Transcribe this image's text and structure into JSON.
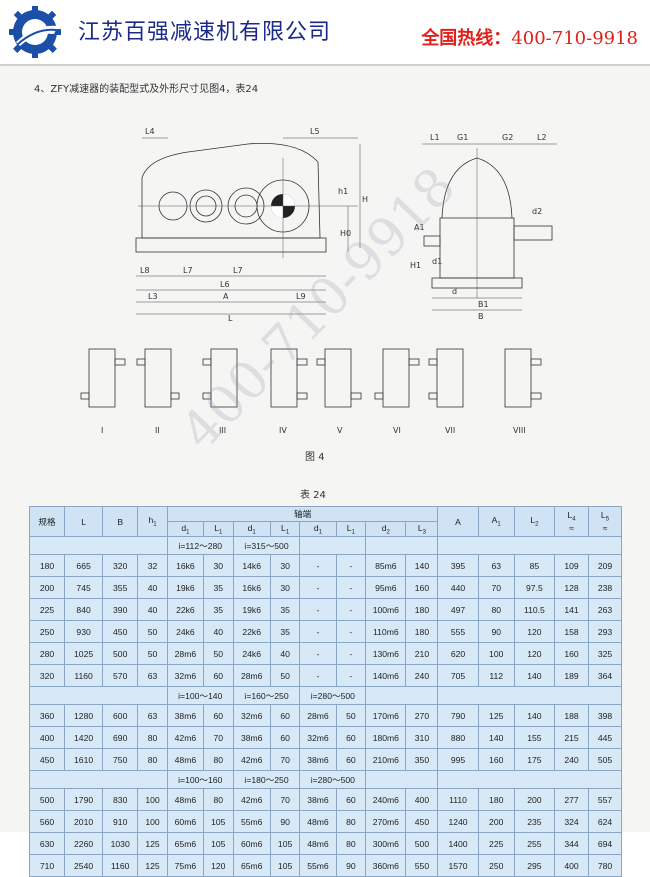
{
  "header": {
    "company": "江苏百强减速机有限公司",
    "hotline_label": "全国热线：",
    "hotline_number": "400-710-9918"
  },
  "section_note": "4、ZFY减速器的装配型式及外形尺寸见图4，表24",
  "drawing_labels": {
    "front": [
      "L4",
      "L5",
      "H",
      "h1",
      "H0",
      "L8",
      "L7",
      "L7",
      "L6",
      "L3",
      "A",
      "L9",
      "L"
    ],
    "side": [
      "L1",
      "G1",
      "G2",
      "L2",
      "d2",
      "A1",
      "d1",
      "H1",
      "d",
      "B1",
      "B"
    ]
  },
  "variants": [
    "I",
    "II",
    "III",
    "IV",
    "V",
    "VI",
    "VII",
    "VIII"
  ],
  "figure_caption": "图 4",
  "table_caption": "表 24",
  "watermark": "400-710-9918",
  "table": {
    "headers": {
      "model": "规格",
      "L": "L",
      "B": "B",
      "h1": "h",
      "shaft_end": "轴端",
      "A": "A",
      "A1": "A",
      "L2": "L",
      "L4": "L",
      "L5": "L",
      "sub": [
        "d",
        "L",
        "d",
        "L",
        "d",
        "L",
        "d",
        "L"
      ]
    },
    "groups": [
      {
        "ratios": [
          "i=112～280",
          "i=315～500",
          "",
          ""
        ],
        "rows": [
          [
            "180",
            "665",
            "320",
            "32",
            "16k6",
            "30",
            "14k6",
            "30",
            "-",
            "-",
            "85m6",
            "140",
            "395",
            "63",
            "85",
            "109",
            "209"
          ],
          [
            "200",
            "745",
            "355",
            "40",
            "19k6",
            "35",
            "16k6",
            "30",
            "-",
            "-",
            "95m6",
            "160",
            "440",
            "70",
            "97.5",
            "128",
            "238"
          ],
          [
            "225",
            "840",
            "390",
            "40",
            "22k6",
            "35",
            "19k6",
            "35",
            "-",
            "-",
            "100m6",
            "180",
            "497",
            "80",
            "110.5",
            "141",
            "263"
          ],
          [
            "250",
            "930",
            "450",
            "50",
            "24k6",
            "40",
            "22k6",
            "35",
            "-",
            "-",
            "110m6",
            "180",
            "555",
            "90",
            "120",
            "158",
            "293"
          ],
          [
            "280",
            "1025",
            "500",
            "50",
            "28m6",
            "50",
            "24k6",
            "40",
            "-",
            "-",
            "130m6",
            "210",
            "620",
            "100",
            "120",
            "160",
            "325"
          ],
          [
            "320",
            "1160",
            "570",
            "63",
            "32m6",
            "60",
            "28m6",
            "50",
            "-",
            "-",
            "140m6",
            "240",
            "705",
            "112",
            "140",
            "189",
            "364"
          ]
        ]
      },
      {
        "ratios": [
          "i=100～140",
          "i=160～250",
          "i=280～500",
          ""
        ],
        "rows": [
          [
            "360",
            "1280",
            "600",
            "63",
            "38m6",
            "60",
            "32m6",
            "60",
            "28m6",
            "50",
            "170m6",
            "270",
            "790",
            "125",
            "140",
            "188",
            "398"
          ],
          [
            "400",
            "1420",
            "690",
            "80",
            "42m6",
            "70",
            "38m6",
            "60",
            "32m6",
            "60",
            "180m6",
            "310",
            "880",
            "140",
            "155",
            "215",
            "445"
          ],
          [
            "450",
            "1610",
            "750",
            "80",
            "48m6",
            "80",
            "42m6",
            "70",
            "38m6",
            "60",
            "210m6",
            "350",
            "995",
            "160",
            "175",
            "240",
            "505"
          ]
        ]
      },
      {
        "ratios": [
          "i=100～160",
          "i=180～250",
          "i=280～500",
          ""
        ],
        "rows": [
          [
            "500",
            "1790",
            "830",
            "100",
            "48m6",
            "80",
            "42m6",
            "70",
            "38m6",
            "60",
            "240m6",
            "400",
            "1110",
            "180",
            "200",
            "277",
            "557"
          ],
          [
            "560",
            "2010",
            "910",
            "100",
            "60m6",
            "105",
            "55m6",
            "90",
            "48m6",
            "80",
            "270m6",
            "450",
            "1240",
            "200",
            "235",
            "324",
            "624"
          ],
          [
            "630",
            "2260",
            "1030",
            "125",
            "65m6",
            "105",
            "60m6",
            "105",
            "48m6",
            "80",
            "300m6",
            "500",
            "1400",
            "225",
            "255",
            "344",
            "694"
          ],
          [
            "710",
            "2540",
            "1160",
            "125",
            "75m6",
            "120",
            "65m6",
            "105",
            "55m6",
            "90",
            "360m6",
            "550",
            "1570",
            "250",
            "295",
            "400",
            "780"
          ]
        ]
      }
    ]
  },
  "colors": {
    "brand_blue": "#1b2a8a",
    "hotline_red": "#e0201a",
    "table_fill": "#d7e9f7"
  }
}
